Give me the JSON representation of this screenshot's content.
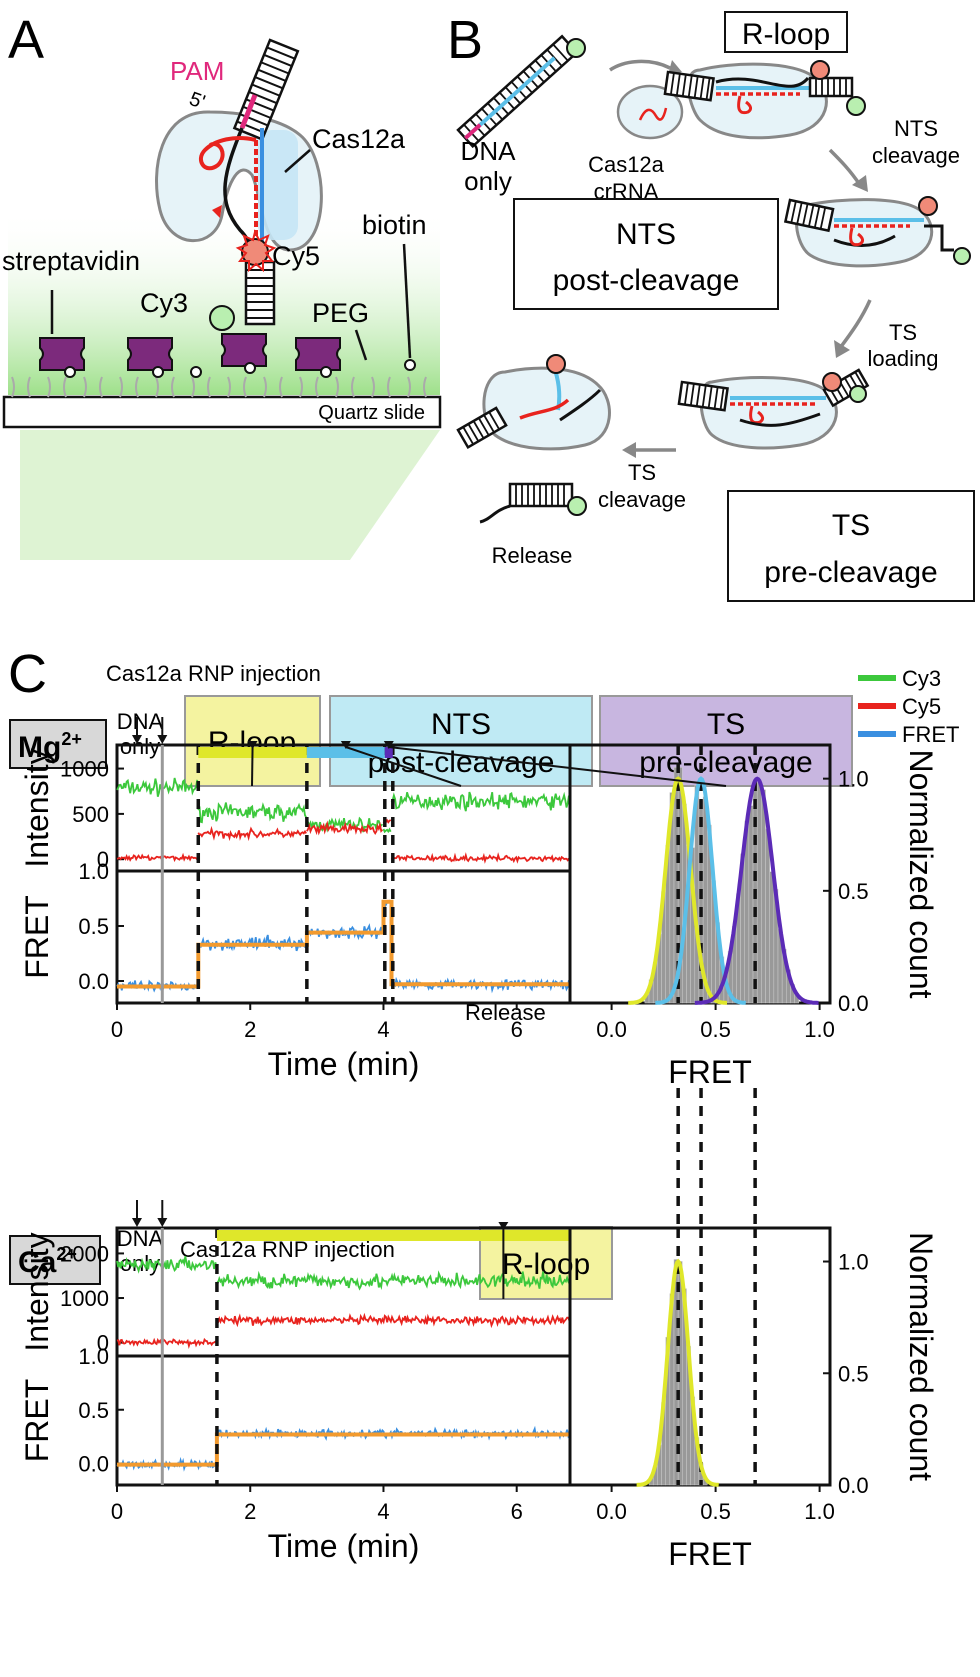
{
  "panels": {
    "a": "A",
    "b": "B",
    "c": "C"
  },
  "panel_a": {
    "pam": "PAM",
    "five_prime": "5'",
    "cas12a": "Cas12a",
    "cy5": "Cy5",
    "cy3": "Cy3",
    "biotin": "biotin",
    "streptavidin": "streptavidin",
    "peg": "PEG",
    "slide": "Quartz slide"
  },
  "panel_b": {
    "dna_only_1": "DNA",
    "dna_only_2": "only",
    "cas12a_1": "Cas12a",
    "cas12a_2": "crRNA",
    "r_loop": "R-loop",
    "nts_cleavage_1": "NTS",
    "nts_cleavage_2": "cleavage",
    "nts_post_1": "NTS",
    "nts_post_2": "post-cleavage",
    "ts_loading_1": "TS",
    "ts_loading_2": "loading",
    "ts_pre_1": "TS",
    "ts_pre_2": "pre-cleavage",
    "ts_cleavage_1": "TS",
    "ts_cleavage_2": "cleavage",
    "release": "Release"
  },
  "panel_c": {
    "mg_label": "Mg",
    "mg_sup": "2+",
    "ca_label": "Ca",
    "ca_sup": "2+",
    "dna_only_1": "DNA",
    "dna_only_2": "only",
    "injection": "Cas12a RNP injection",
    "box_rloop": "R-loop",
    "box_nts_1": "NTS",
    "box_nts_2": "post-cleavage",
    "box_ts_1": "TS",
    "box_ts_2": "pre-cleavage",
    "release": "Release",
    "legend": [
      "Cy3",
      "Cy5",
      "FRET"
    ]
  },
  "colors": {
    "cy3": "#3cc83c",
    "cy5": "#e8231e",
    "fret": "#3a8fe0",
    "fit": "#f29a2e",
    "rloop": "#dfe72a",
    "nts": "#5bbfe8",
    "ts": "#5b2bb6",
    "pam": "#e0287c",
    "rloop_box": "#f4f3a0",
    "nts_box": "#bfeaf4",
    "ts_box": "#c8b6e0",
    "hist": "#999999"
  },
  "chart_data": [
    {
      "id": "mg-intensity",
      "type": "line",
      "title": "",
      "xlabel": "",
      "ylabel": "Intensity",
      "xlim": [
        0,
        6.8
      ],
      "ylim": [
        -130,
        1260
      ],
      "yticks": [
        0,
        500,
        1000
      ],
      "series": [
        {
          "name": "Cy3",
          "segments": [
            [
              0,
              1.22,
              790,
              60
            ],
            [
              1.22,
              2.85,
              520,
              60
            ],
            [
              2.85,
              4.0,
              380,
              50
            ],
            [
              4.0,
              4.12,
              320,
              20
            ],
            [
              4.12,
              6.8,
              640,
              60
            ]
          ]
        },
        {
          "name": "Cy5",
          "segments": [
            [
              0,
              1.22,
              15,
              20
            ],
            [
              1.22,
              2.85,
              280,
              30
            ],
            [
              2.85,
              4.0,
              330,
              35
            ],
            [
              4.0,
              4.12,
              420,
              20
            ],
            [
              4.12,
              6.8,
              10,
              20
            ]
          ]
        }
      ],
      "events": {
        "dna_only": 0.3,
        "injection": 0.68,
        "dashed": [
          1.22,
          2.85,
          4.02,
          4.14
        ]
      },
      "state_bars": [
        {
          "state": "R-loop",
          "from": 1.22,
          "to": 2.85
        },
        {
          "state": "NTS post-cleavage",
          "from": 2.85,
          "to": 4.02
        },
        {
          "state": "TS pre-cleavage",
          "from": 4.02,
          "to": 4.14
        }
      ]
    },
    {
      "id": "mg-fret",
      "type": "line",
      "title": "",
      "xlabel": "Time (min)",
      "ylabel": "FRET",
      "xlim": [
        0,
        6.8
      ],
      "ylim": [
        -0.2,
        1.0
      ],
      "xticks": [
        0,
        2,
        4,
        6
      ],
      "yticks": [
        0.0,
        0.5,
        1.0
      ],
      "series": [
        {
          "name": "FRET",
          "segments": [
            [
              0,
              1.22,
              -0.05,
              0.03
            ],
            [
              1.22,
              2.85,
              0.34,
              0.04
            ],
            [
              2.85,
              4.0,
              0.44,
              0.04
            ],
            [
              4.0,
              4.12,
              0.72,
              0.03
            ],
            [
              4.12,
              6.8,
              -0.03,
              0.03
            ]
          ]
        },
        {
          "name": "HMM fit",
          "steps": [
            [
              0,
              1.22,
              -0.05
            ],
            [
              1.22,
              2.85,
              0.33
            ],
            [
              2.85,
              4.0,
              0.44
            ],
            [
              4.0,
              4.12,
              0.72
            ],
            [
              4.12,
              6.8,
              -0.03
            ]
          ]
        }
      ]
    },
    {
      "id": "mg-hist",
      "type": "bar",
      "title": "",
      "xlabel": "FRET",
      "ylabel": "Normalized count",
      "xlim": [
        -0.2,
        1.05
      ],
      "ylim": [
        0,
        1.15
      ],
      "xticks": [
        0.0,
        0.5,
        1.0
      ],
      "yticks": [
        0.0,
        0.5,
        1.0
      ],
      "peaks": [
        {
          "state": "R-loop",
          "center": 0.32,
          "sigma": 0.06
        },
        {
          "state": "NTS post-cleavage",
          "center": 0.43,
          "sigma": 0.055
        },
        {
          "state": "TS pre-cleavage",
          "center": 0.7,
          "sigma": 0.075
        }
      ],
      "dashed": [
        0.32,
        0.43,
        0.69
      ]
    },
    {
      "id": "ca-intensity",
      "type": "line",
      "title": "",
      "xlabel": "",
      "ylabel": "Intensity",
      "xlim": [
        0,
        6.8
      ],
      "ylim": [
        -300,
        2570
      ],
      "yticks": [
        0,
        1000,
        2000
      ],
      "series": [
        {
          "name": "Cy3",
          "segments": [
            [
              0,
              1.5,
              1750,
              100
            ],
            [
              1.5,
              6.8,
              1380,
              110
            ]
          ]
        },
        {
          "name": "Cy5",
          "segments": [
            [
              0,
              1.5,
              10,
              45
            ],
            [
              1.5,
              6.8,
              500,
              60
            ]
          ]
        }
      ],
      "events": {
        "dna_only": 0.3,
        "injection": 0.68,
        "dashed": [
          1.5
        ]
      },
      "state_bars": [
        {
          "state": "R-loop",
          "from": 1.5,
          "to": 6.8
        }
      ]
    },
    {
      "id": "ca-fret",
      "type": "line",
      "title": "",
      "xlabel": "Time (min)",
      "ylabel": "FRET",
      "xlim": [
        0,
        6.8
      ],
      "ylim": [
        -0.2,
        1.0
      ],
      "xticks": [
        0,
        2,
        4,
        6
      ],
      "yticks": [
        0.0,
        0.5,
        1.0
      ],
      "series": [
        {
          "name": "FRET",
          "segments": [
            [
              0,
              1.5,
              -0.01,
              0.025
            ],
            [
              1.5,
              6.8,
              0.28,
              0.025
            ]
          ]
        },
        {
          "name": "HMM fit",
          "steps": [
            [
              0,
              1.5,
              -0.01
            ],
            [
              1.5,
              6.8,
              0.27
            ]
          ]
        }
      ]
    },
    {
      "id": "ca-hist",
      "type": "bar",
      "title": "",
      "xlabel": "FRET",
      "ylabel": "Normalized count",
      "xlim": [
        -0.2,
        1.05
      ],
      "ylim": [
        0,
        1.15
      ],
      "xticks": [
        0.0,
        0.5,
        1.0
      ],
      "yticks": [
        0.0,
        0.5,
        1.0
      ],
      "peaks": [
        {
          "state": "R-loop",
          "center": 0.32,
          "sigma": 0.05
        }
      ],
      "dashed": [
        0.32,
        0.43,
        0.69
      ]
    }
  ]
}
